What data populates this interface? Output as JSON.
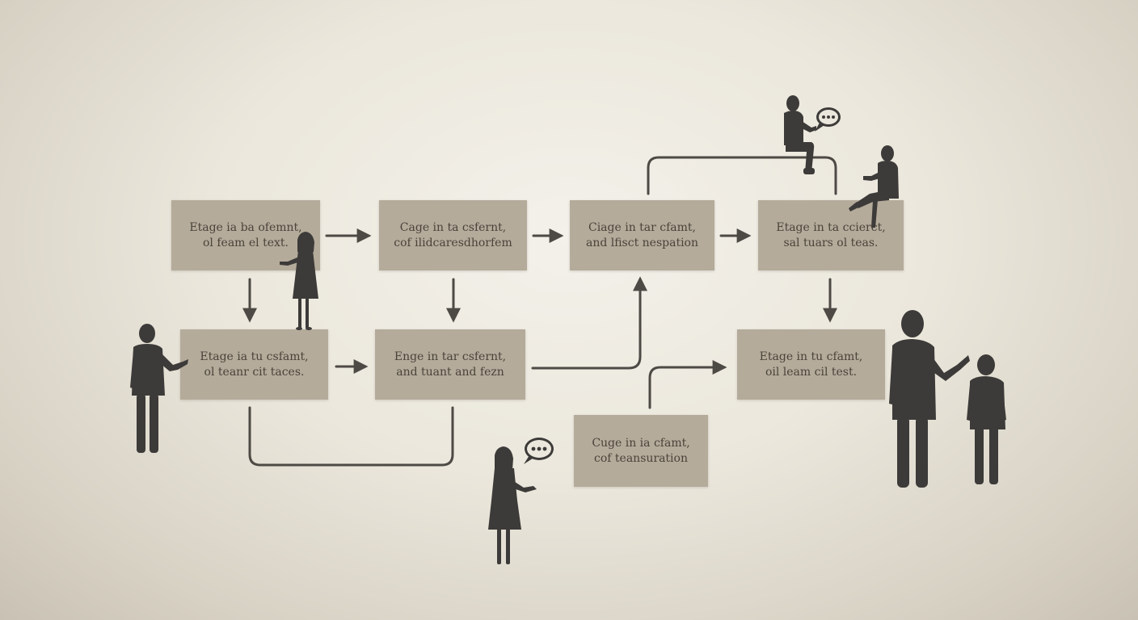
{
  "diagram": {
    "boxes": [
      {
        "id": "box-1",
        "line1": "Etage ia ba ofemnt,",
        "line2": "ol feam el text."
      },
      {
        "id": "box-2",
        "line1": "Cage in ta csfernt,",
        "line2": "cof ilidcaresdhorfem"
      },
      {
        "id": "box-3",
        "line1": "Ciage in tar cfamt,",
        "line2": "and lfisct nespation"
      },
      {
        "id": "box-4",
        "line1": "Etage in ta ccierct,",
        "line2": "sal tuars ol teas."
      },
      {
        "id": "box-5",
        "line1": "Etage ia tu csfamt,",
        "line2": "ol teanr cit taces."
      },
      {
        "id": "box-6",
        "line1": "Enge in tar csfernt,",
        "line2": "and tuant and fezn"
      },
      {
        "id": "box-7",
        "line1": "Etage in tu cfamt,",
        "line2": "oil leam cil test."
      },
      {
        "id": "box-8",
        "line1": "Cuge in ia cfamt,",
        "line2": "cof teansuration"
      }
    ],
    "colors": {
      "box_fill": "#b4ab9b",
      "box_text": "#4a4339",
      "connector": "#4d4944",
      "figure": "#3d3b39"
    },
    "figures": [
      {
        "id": "woman-top-left",
        "icon": "woman-gesturing-icon"
      },
      {
        "id": "man-left",
        "icon": "man-gesturing-icon"
      },
      {
        "id": "man-sitting-top",
        "icon": "man-sitting-icon"
      },
      {
        "id": "man-sitting-right",
        "icon": "man-sitting-gesturing-icon"
      },
      {
        "id": "woman-bottom",
        "icon": "woman-speaking-icon"
      },
      {
        "id": "man-large-right",
        "icon": "man-gesturing-icon"
      },
      {
        "id": "child-right",
        "icon": "child-standing-icon"
      }
    ]
  }
}
